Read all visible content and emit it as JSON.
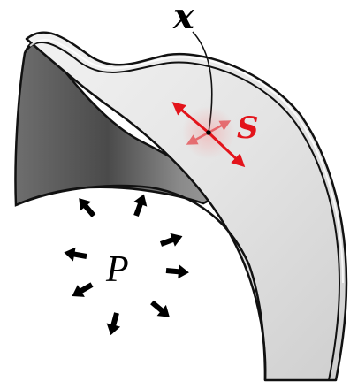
{
  "labels": {
    "point": "x",
    "stress": "S",
    "pressure": "P"
  },
  "colors": {
    "stress_accent": "#e3141b",
    "shell_light": "#e6e6e6",
    "shell_dark": "#5c5c5c",
    "outline": "#111111",
    "arrow": "#000000"
  },
  "icons": {
    "pressure_arrows": "radial-arrows",
    "stress_arrows": "cross-arrows"
  }
}
